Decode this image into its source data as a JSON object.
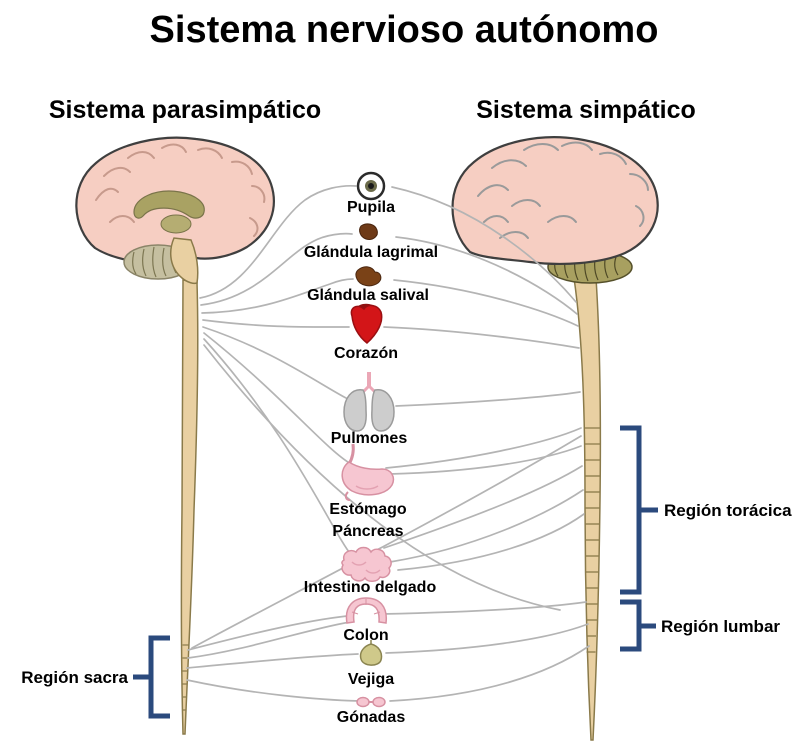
{
  "title": "Sistema nervioso autónomo",
  "systems": {
    "parasympathetic": "Sistema parasimpático",
    "sympathetic": "Sistema simpático"
  },
  "organs": [
    {
      "label": "Pupila"
    },
    {
      "label": "Glándula lagrimal"
    },
    {
      "label": "Glándula salival"
    },
    {
      "label": "Corazón"
    },
    {
      "label": "Pulmones"
    },
    {
      "label": "Estómago"
    },
    {
      "label": "Páncreas"
    },
    {
      "label": "Intestino delgado"
    },
    {
      "label": "Colon"
    },
    {
      "label": "Vejiga"
    },
    {
      "label": "Gónadas"
    }
  ],
  "regions": {
    "thoracic": "Región torácica",
    "lumbar": "Región lumbar",
    "sacral": "Región sacra"
  },
  "colors": {
    "brain_pink": "#f6cec2",
    "spinal_cord_tan": "#e9d0a2",
    "cerebellum_olive": "#a8a060",
    "corpus_callosum_olive": "#a9a263",
    "nerve_gray": "#b4b4b4",
    "heart_red": "#d31518",
    "organ_pink": "#f6c6d1",
    "gland_brown": "#6e3a17",
    "lung_gray": "#cdcdcd",
    "bladder_olive": "#cfc98a",
    "bracket_blue": "#2b4a7d",
    "text_black": "#000000"
  }
}
